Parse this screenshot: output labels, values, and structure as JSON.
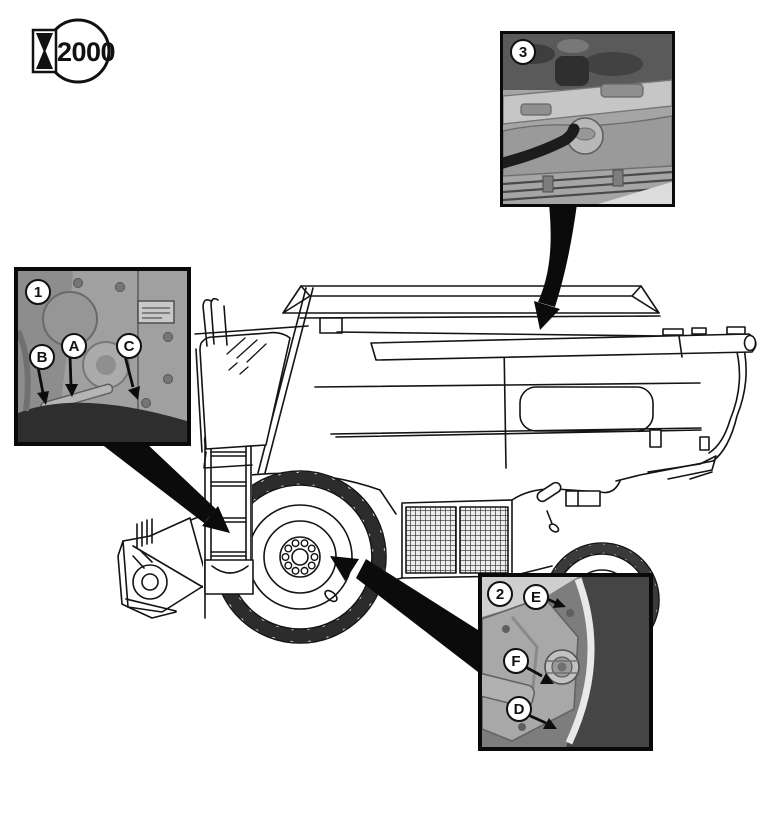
{
  "page": {
    "background": "#ffffff"
  },
  "colors": {
    "line_art": "#141414",
    "connector_arrow": "#0b0b0b",
    "badge_border": "#111111",
    "badge_background": "#ffffff",
    "photo_gray": "#8d8d8d"
  },
  "year_badge": {
    "text": "2000",
    "icon": "hourglass-icon"
  },
  "insets": {
    "one": {
      "number": "1",
      "callouts": {
        "a": "A",
        "b": "B",
        "c": "C"
      }
    },
    "two": {
      "number": "2",
      "callouts": {
        "d": "D",
        "e": "E",
        "f": "F"
      }
    },
    "three": {
      "number": "3"
    }
  }
}
